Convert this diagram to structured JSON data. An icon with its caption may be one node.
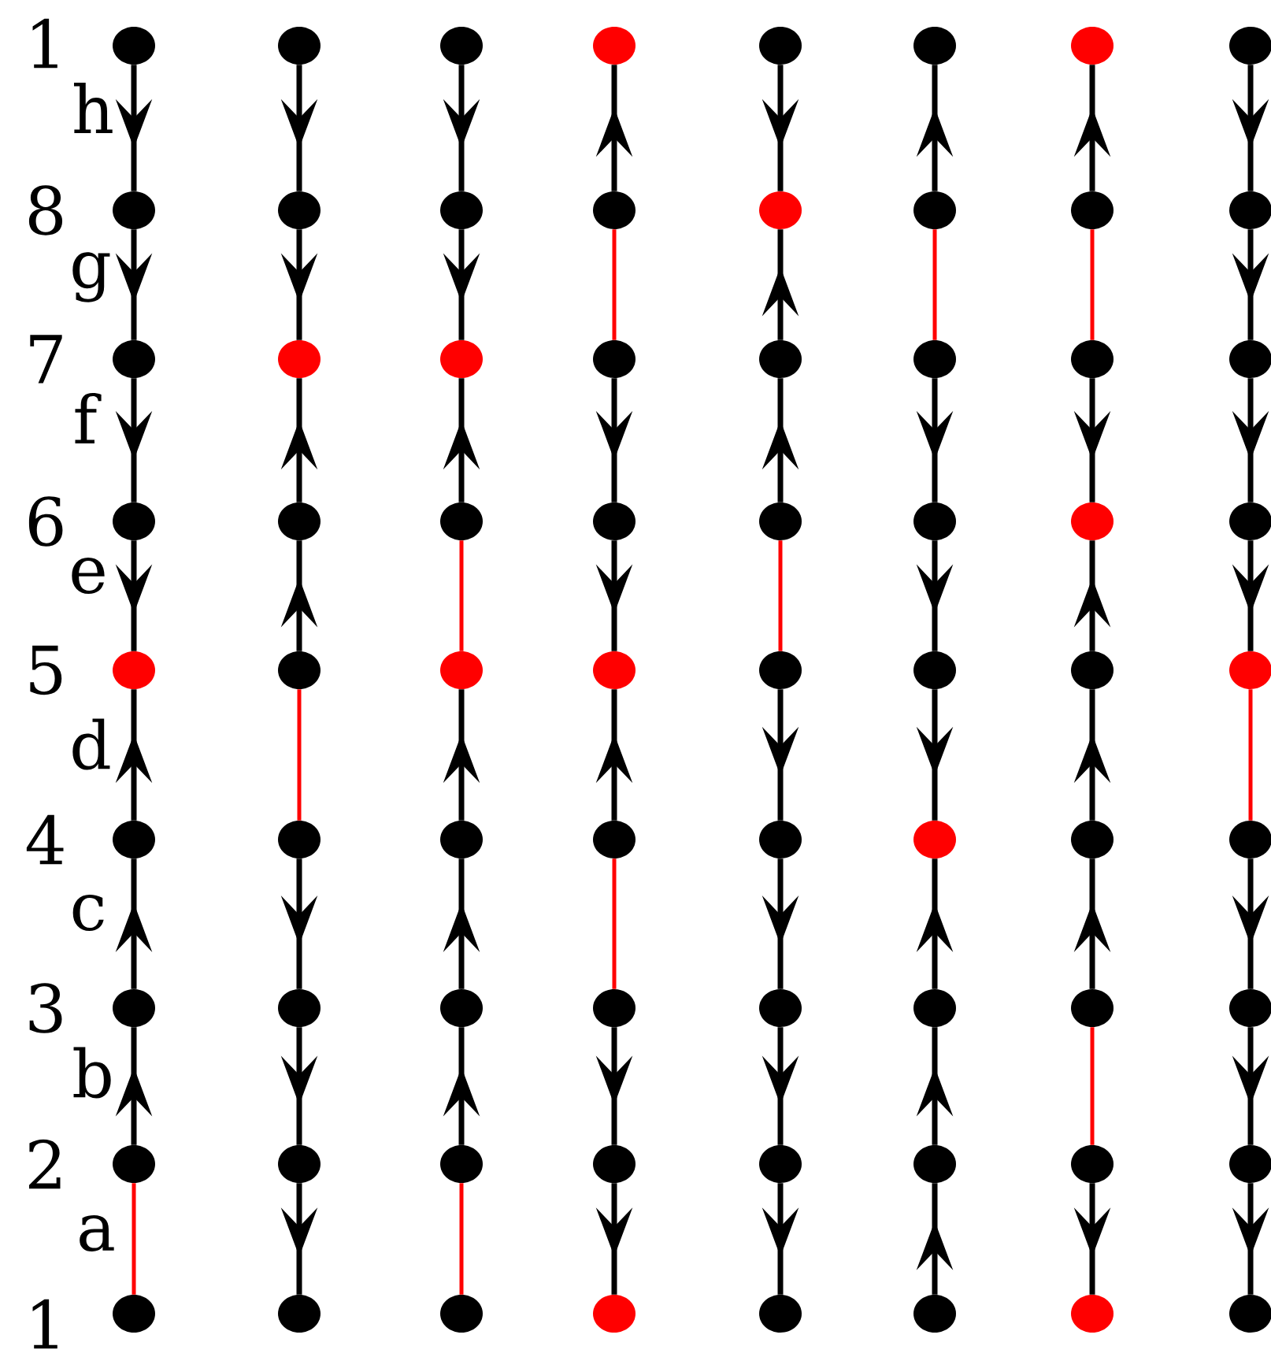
{
  "diagram": {
    "nodes": [
      {
        "text": [],
        "shape": "circle"
      },
      {
        "text": [],
        "shape": "circle"
      },
      {
        "text": [],
        "shape": "circle"
      },
      {
        "text": [],
        "shape": "circle"
      },
      {
        "text": [],
        "shape": "circle"
      },
      {
        "text": [],
        "shape": "circle"
      },
      {
        "text": [],
        "shape": "circle"
      },
      {
        "text": [],
        "shape": "circle"
      },
      {
        "text": [],
        "shape": "circle"
      },
      {
        "text": [],
        "shape": "circle"
      },
      {
        "text": [],
        "shape": "circle"
      },
      {
        "text": [],
        "shape": "circle"
      },
      {
        "text": [],
        "shape": "circle"
      },
      {
        "text": [],
        "shape": "circle"
      },
      {
        "text": [],
        "shape": "circle"
      },
      {
        "text": [],
        "shape": "circle"
      },
      {
        "text": [],
        "shape": "circle"
      },
      {
        "text": [],
        "shape": "circle"
      },
      {
        "text": [],
        "shape": "circle"
      },
      {
        "text": [],
        "shape": "circle"
      },
      {
        "text": [],
        "shape": "circle"
      },
      {
        "text": [],
        "shape": "circle"
      },
      {
        "text": [],
        "shape": "circle"
      },
      {
        "text": [],
        "shape": "circle"
      },
      {
        "text": [],
        "shape": "circle"
      },
      {
        "text": [],
        "shape": "circle"
      },
      {
        "text": [],
        "shape": "circle"
      },
      {
        "text": [],
        "shape": "circle"
      },
      {
        "text": [],
        "shape": "circle"
      },
      {
        "text": [],
        "shape": "circle"
      },
      {
        "text": [],
        "shape": "circle"
      },
      {
        "text": [],
        "shape": "circle"
      },
      {
        "text": [],
        "shape": "circle"
      },
      {
        "text": [],
        "shape": "circle"
      },
      {
        "text": [],
        "shape": "circle"
      },
      {
        "text": [],
        "shape": "circle"
      },
      {
        "text": [],
        "shape": "circle"
      },
      {
        "text": [],
        "shape": "circle"
      },
      {
        "text": [],
        "shape": "circle"
      },
      {
        "text": [],
        "shape": "circle"
      },
      {
        "text": [],
        "shape": "circle"
      },
      {
        "text": [],
        "shape": "circle"
      },
      {
        "text": [],
        "shape": "circle"
      },
      {
        "text": [],
        "shape": "circle"
      },
      {
        "text": [],
        "shape": "circle"
      },
      {
        "text": [],
        "shape": "circle"
      },
      {
        "text": [],
        "shape": "circle"
      },
      {
        "text": [],
        "shape": "circle"
      },
      {
        "text": [],
        "shape": "circle"
      },
      {
        "text": [],
        "shape": "circle"
      },
      {
        "text": [],
        "shape": "circle"
      },
      {
        "text": [],
        "shape": "circle"
      },
      {
        "text": [],
        "shape": "circle"
      },
      {
        "text": [],
        "shape": "circle"
      },
      {
        "text": [],
        "shape": "circle"
      },
      {
        "text": [],
        "shape": "circle"
      },
      {
        "text": [],
        "shape": "circle"
      },
      {
        "text": [],
        "shape": "circle"
      },
      {
        "text": [],
        "shape": "circle"
      },
      {
        "text": [],
        "shape": "circle"
      },
      {
        "text": [],
        "shape": "circle"
      },
      {
        "text": [],
        "shape": "circle"
      },
      {
        "text": [],
        "shape": "circle"
      },
      {
        "text": [],
        "shape": "circle"
      },
      {
        "text": [],
        "shape": "circle"
      },
      {
        "text": [],
        "shape": "circle"
      },
      {
        "text": [],
        "shape": "circle"
      },
      {
        "text": [],
        "shape": "circle"
      },
      {
        "text": [],
        "shape": "circle"
      },
      {
        "text": [],
        "shape": "circle"
      },
      {
        "text": [],
        "shape": "circle"
      },
      {
        "text": [],
        "shape": "circle"
      }
    ],
    "edges": [
      {
        "from": 0,
        "to": 1,
        "arrow": "to"
      },
      {
        "from": 1,
        "to": 2,
        "arrow": "to"
      },
      {
        "from": 2,
        "to": 3,
        "arrow": "to"
      },
      {
        "from": 3,
        "to": 4,
        "arrow": "to"
      },
      {
        "from": 5,
        "to": 4,
        "arrow": "to"
      },
      {
        "from": 6,
        "to": 5,
        "arrow": "to"
      },
      {
        "from": 7,
        "to": 6,
        "arrow": "to"
      },
      {
        "from": 7,
        "to": 8,
        "arrow": "none",
        "color": "#ff0000"
      },
      {
        "from": 9,
        "to": 10,
        "arrow": "to"
      },
      {
        "from": 10,
        "to": 11,
        "arrow": "to"
      },
      {
        "from": 12,
        "to": 11,
        "arrow": "to"
      },
      {
        "from": 13,
        "to": 12,
        "arrow": "to"
      },
      {
        "from": 13,
        "to": 14,
        "arrow": "none",
        "color": "#ff0000"
      },
      {
        "from": 14,
        "to": 15,
        "arrow": "to"
      },
      {
        "from": 15,
        "to": 16,
        "arrow": "to"
      },
      {
        "from": 16,
        "to": 17,
        "arrow": "to"
      },
      {
        "from": 18,
        "to": 19,
        "arrow": "to"
      },
      {
        "from": 19,
        "to": 20,
        "arrow": "to"
      },
      {
        "from": 21,
        "to": 20,
        "arrow": "to"
      },
      {
        "from": 21,
        "to": 22,
        "arrow": "none",
        "color": "#ff0000"
      },
      {
        "from": 23,
        "to": 22,
        "arrow": "to"
      },
      {
        "from": 24,
        "to": 23,
        "arrow": "to"
      },
      {
        "from": 25,
        "to": 24,
        "arrow": "to"
      },
      {
        "from": 25,
        "to": 26,
        "arrow": "none",
        "color": "#ff0000"
      },
      {
        "from": 28,
        "to": 27,
        "arrow": "to"
      },
      {
        "from": 28,
        "to": 29,
        "arrow": "none",
        "color": "#ff0000"
      },
      {
        "from": 29,
        "to": 30,
        "arrow": "to"
      },
      {
        "from": 30,
        "to": 31,
        "arrow": "to"
      },
      {
        "from": 32,
        "to": 31,
        "arrow": "to"
      },
      {
        "from": 32,
        "to": 33,
        "arrow": "none",
        "color": "#ff0000"
      },
      {
        "from": 33,
        "to": 34,
        "arrow": "to"
      },
      {
        "from": 34,
        "to": 35,
        "arrow": "to"
      },
      {
        "from": 36,
        "to": 37,
        "arrow": "to"
      },
      {
        "from": 38,
        "to": 37,
        "arrow": "to"
      },
      {
        "from": 39,
        "to": 38,
        "arrow": "to"
      },
      {
        "from": 39,
        "to": 40,
        "arrow": "none",
        "color": "#ff0000"
      },
      {
        "from": 40,
        "to": 41,
        "arrow": "to"
      },
      {
        "from": 41,
        "to": 42,
        "arrow": "to"
      },
      {
        "from": 42,
        "to": 43,
        "arrow": "to"
      },
      {
        "from": 43,
        "to": 44,
        "arrow": "to"
      },
      {
        "from": 46,
        "to": 45,
        "arrow": "to"
      },
      {
        "from": 46,
        "to": 47,
        "arrow": "none",
        "color": "#ff0000"
      },
      {
        "from": 47,
        "to": 48,
        "arrow": "to"
      },
      {
        "from": 48,
        "to": 49,
        "arrow": "to"
      },
      {
        "from": 49,
        "to": 50,
        "arrow": "to"
      },
      {
        "from": 51,
        "to": 50,
        "arrow": "to"
      },
      {
        "from": 52,
        "to": 51,
        "arrow": "to"
      },
      {
        "from": 53,
        "to": 52,
        "arrow": "to"
      },
      {
        "from": 55,
        "to": 54,
        "arrow": "to"
      },
      {
        "from": 55,
        "to": 56,
        "arrow": "none",
        "color": "#ff0000"
      },
      {
        "from": 56,
        "to": 57,
        "arrow": "to"
      },
      {
        "from": 58,
        "to": 57,
        "arrow": "to"
      },
      {
        "from": 59,
        "to": 58,
        "arrow": "to"
      },
      {
        "from": 60,
        "to": 59,
        "arrow": "to"
      },
      {
        "from": 60,
        "to": 61,
        "arrow": "none",
        "color": "#ff0000"
      },
      {
        "from": 61,
        "to": 62,
        "arrow": "to"
      },
      {
        "from": 63,
        "to": 64,
        "arrow": "to"
      },
      {
        "from": 64,
        "to": 65,
        "arrow": "to"
      },
      {
        "from": 65,
        "to": 66,
        "arrow": "to"
      },
      {
        "from": 66,
        "to": 67,
        "arrow": "to"
      },
      {
        "from": 67,
        "to": 68,
        "arrow": "none",
        "color": "#ff0000"
      },
      {
        "from": 68,
        "to": 69,
        "arrow": "to"
      },
      {
        "from": 69,
        "to": 70,
        "arrow": "to"
      },
      {
        "from": 70,
        "to": 71,
        "arrow": "to"
      }
    ],
    "labels": [
      "1",
      "h",
      "8",
      "g",
      "7",
      "f",
      "6",
      "e",
      "5",
      "d",
      "4",
      "c",
      "3",
      "b",
      "2",
      "a",
      "1"
    ]
  }
}
